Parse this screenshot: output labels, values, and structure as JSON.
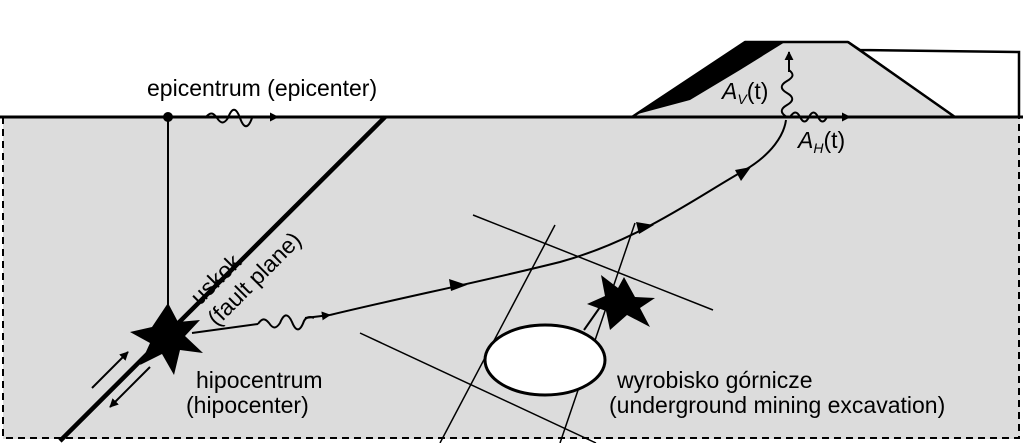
{
  "labels": {
    "epicenter": "epicentrum  (epicenter)",
    "fault_pl": "uskok",
    "fault_en": "(fault plane)",
    "hypocenter_pl": "hipocentrum",
    "hypocenter_en": "(hipocenter)",
    "excavation_pl": "wyrobisko górnicze",
    "excavation_en": "(underground mining excavation)",
    "av_letter": "A",
    "av_sub": "V",
    "av_arg": "(t)",
    "ah_letter": "A",
    "ah_sub": "H",
    "ah_arg": "(t)"
  },
  "colors": {
    "ground_fill": "#dcdcdc",
    "line": "#000000",
    "cavity_fill": "#ffffff",
    "embankment_black": "#000000"
  }
}
